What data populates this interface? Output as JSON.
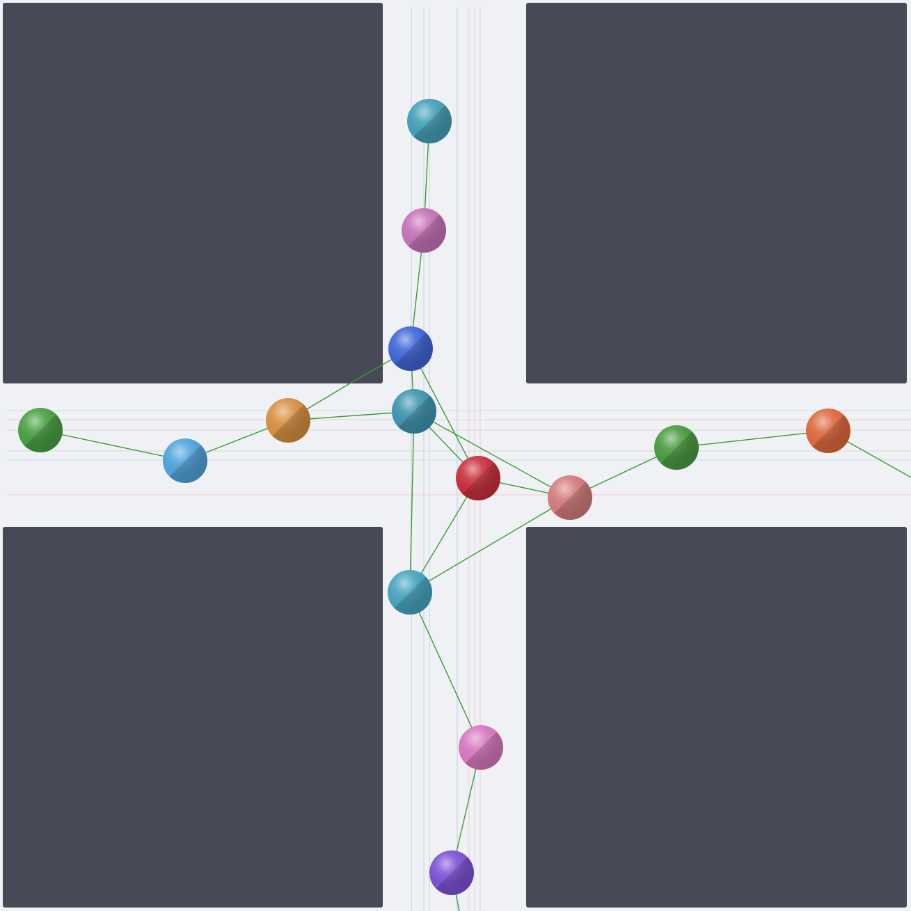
{
  "scene": {
    "background": "#f0f1f5",
    "block_color": "#474956"
  },
  "agents": [
    {
      "id": "a1",
      "color": "#43a0b8"
    },
    {
      "id": "a2",
      "color": "#c673b8"
    },
    {
      "id": "a3",
      "color": "#3f66d8"
    },
    {
      "id": "a4",
      "color": "#3f95b0"
    },
    {
      "id": "a5",
      "color": "#d89040"
    },
    {
      "id": "a6",
      "color": "#4fa4dc"
    },
    {
      "id": "a7",
      "color": "#48a040"
    },
    {
      "id": "a8",
      "color": "#c8303c"
    },
    {
      "id": "a9",
      "color": "#d47c7c"
    },
    {
      "id": "a10",
      "color": "#489c40"
    },
    {
      "id": "a11",
      "color": "#e0683c"
    },
    {
      "id": "a12",
      "color": "#45a5c0"
    },
    {
      "id": "a13",
      "color": "#d878c0"
    },
    {
      "id": "a14",
      "color": "#7c50d8"
    }
  ],
  "links": {
    "color": "#3c9a34"
  }
}
